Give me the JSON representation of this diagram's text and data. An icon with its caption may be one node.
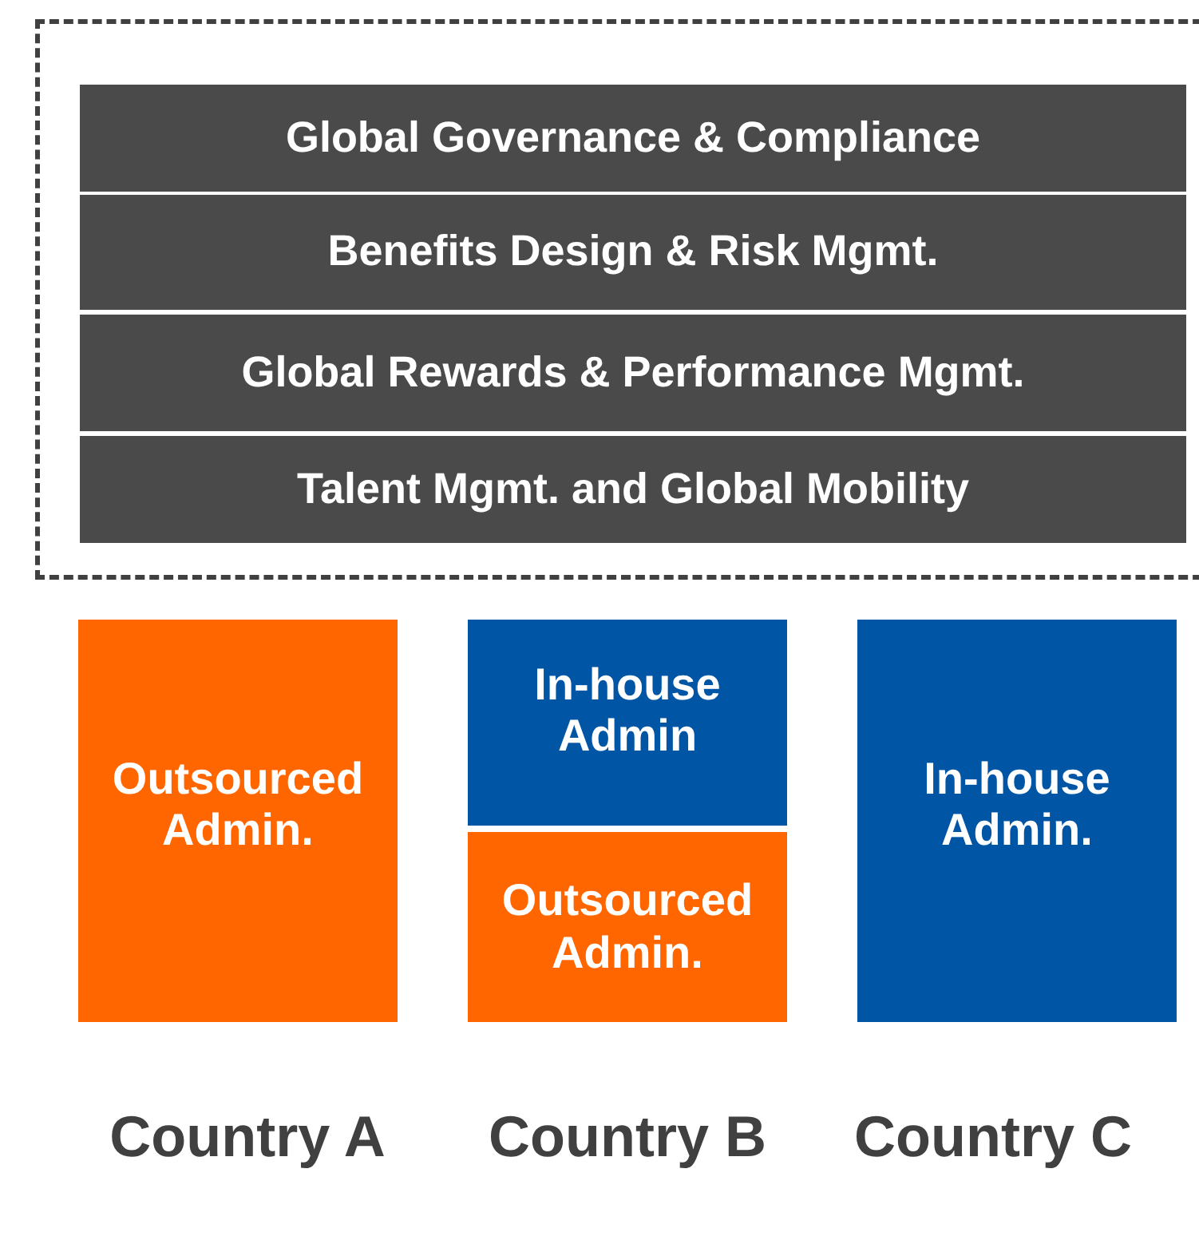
{
  "diagram": {
    "nodes": [
      {
        "text": [],
        "shape": "box"
      },
      {
        "text": [
          "Global Governance & Compliance"
        ],
        "in": 0
      },
      {
        "text": [
          "Benefits Design & Risk Mgmt."
        ],
        "in": 0
      },
      {
        "text": [
          "Global Rewards & Performance Mgmt."
        ],
        "in": 0
      },
      {
        "text": [
          "Talent Mgmt. and Global Mobility"
        ],
        "in": 0
      },
      {
        "text": [
          "Outsourced Admin."
        ]
      },
      {
        "text": [
          "In-house Admin"
        ]
      },
      {
        "text": [
          "Outsourced Admin."
        ]
      },
      {
        "text": [
          "In-house Admin."
        ]
      }
    ],
    "labels": [
      "Country A",
      "Country B",
      "Country C"
    ]
  }
}
